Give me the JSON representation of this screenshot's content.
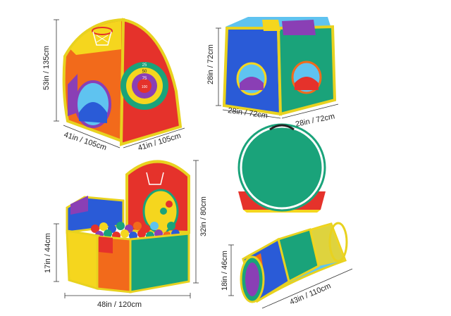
{
  "dimensions": {
    "tent_height": "53in / 135cm",
    "tent_width_left": "41in / 105cm",
    "tent_width_right": "41in / 105cm",
    "cube_height": "28in / 72cm",
    "cube_width_left": "28in / 72cm",
    "cube_width_right": "28in / 72cm",
    "pit_height_total": "32in / 80cm",
    "pit_height_wall": "17in / 44cm",
    "pit_width": "48in / 120cm",
    "tunnel_height": "18in / 46cm",
    "tunnel_length": "43in / 110cm"
  },
  "target": {
    "rings": [
      "25",
      "50",
      "75",
      "100"
    ]
  },
  "colors": {
    "orange": "#f26a1b",
    "red": "#e5322b",
    "green": "#1aa37a",
    "blue": "#2a5bd7",
    "yellow": "#f5d61e",
    "purple": "#8a3fb5",
    "lightblue": "#5fc3f0",
    "border": "#e8d21f"
  }
}
